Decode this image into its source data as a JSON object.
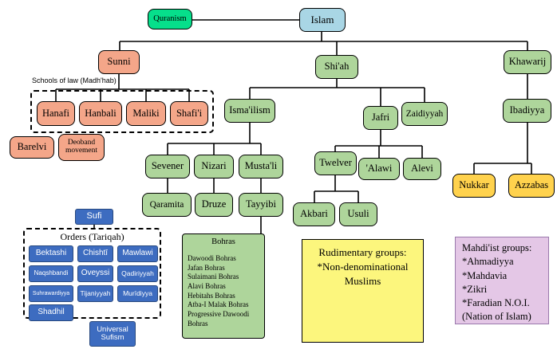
{
  "diagram": {
    "nodes": {
      "quranism": "Quranism",
      "islam": "Islam",
      "sunni": "Sunni",
      "shiah": "Shi'ah",
      "khawarij": "Khawarij",
      "hanafi": "Hanafi",
      "hanbali": "Hanbali",
      "maliki": "Maliki",
      "shafii": "Shafi'i",
      "barelvi": "Barelvi",
      "deoband": "Deoband movement",
      "ismailism": "Isma'ilism",
      "jafri": "Jafri",
      "zaidiyyah": "Zaidiyyah",
      "sevener": "Sevener",
      "nizari": "Nizari",
      "mustali": "Musta'li",
      "qaramita": "Qaramita",
      "druze": "Druze",
      "tayyibi": "Tayyibi",
      "twelver": "Twelver",
      "alawi": "'Alawi",
      "alevi": "Alevi",
      "akbari": "Akbari",
      "usuli": "Usuli",
      "ibadiyya": "Ibadiyya",
      "nukkar": "Nukkar",
      "azzabas": "Azzabas",
      "sufi": "Sufi",
      "bektashi": "Bektashi",
      "chishti": "Chishtī",
      "mawlawi": "Mawlawi",
      "naqshbandi": "Naqshbandi",
      "oveyssi": "Oveyssi",
      "qadiriyyah": "Qadiriyyah",
      "suhrawardiyya": "Suhrawardiyya",
      "tijaniyyah": "Tijaniyyah",
      "muridiyya": "Murīdiyya",
      "shadhil": "Shadhil",
      "universal_sufism": "Universal Sufism"
    },
    "schools_label": "Schools of law (Madh'hab)",
    "orders_title": "Orders (Tariqah)",
    "bohras": {
      "title": "Bohras",
      "items": [
        "Dawoodi Bohras",
        "Jafan Bohras",
        "Sulaimani Bohras",
        "Alavi Bohras",
        "Hebitahs Bohras",
        "Atba-I Malak Bohras",
        "Progressive Dawoodi Bohras"
      ]
    },
    "rudimentary": {
      "lines": [
        "Rudimentary groups:",
        "*Non-denominational",
        "Muslims"
      ]
    },
    "mahdiist": {
      "lines": [
        "Mahdi'ist groups:",
        "*Ahmadiyya",
        "*Mahdavia",
        "*Zikri",
        "*Faradian N.O.I.",
        "(Nation of Islam)"
      ]
    },
    "colors": {
      "salmon": "#F4A689",
      "light_green": "#AED59B",
      "light_blue": "#A9D6E5",
      "bright_green": "#06DF8B",
      "gold": "#FFD24D",
      "pale_yellow": "#FCF67D",
      "lavender": "#E4C7E6",
      "sufi_blue": "#3D6CC0",
      "line": "#000000"
    }
  }
}
